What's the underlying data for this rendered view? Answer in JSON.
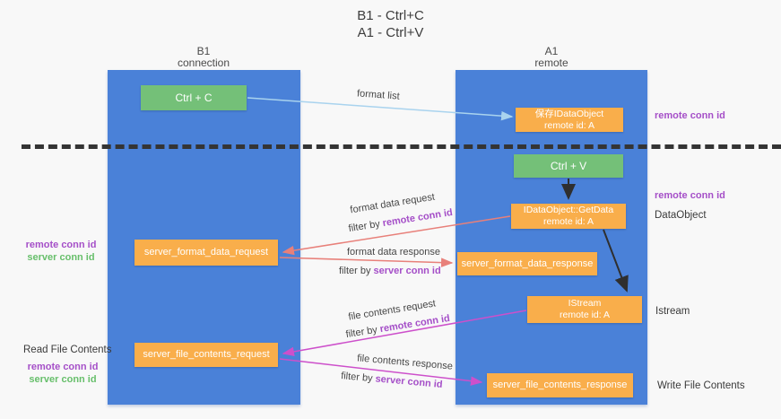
{
  "title": {
    "line1": "B1 - Ctrl+C",
    "line2": "A1 - Ctrl+V"
  },
  "lifelines": {
    "left": {
      "title": "B1",
      "subtitle": "connection"
    },
    "right": {
      "title": "A1",
      "subtitle": "remote"
    }
  },
  "nodes": {
    "ctrl_c": {
      "label": "Ctrl + C"
    },
    "save_dataobject": {
      "line1": "保存IDataObject",
      "line2": "remote id: A"
    },
    "ctrl_v": {
      "label": "Ctrl + V"
    },
    "getdata": {
      "line1": "IDataObject::GetData",
      "line2": "remote id: A"
    },
    "format_request": {
      "label": "server_format_data_request"
    },
    "format_response": {
      "label": "server_format_data_response"
    },
    "istream": {
      "line1": "IStream",
      "line2": "remote id: A"
    },
    "file_request": {
      "label": "server_file_contents_request"
    },
    "file_response": {
      "label": "server_file_contents_response"
    }
  },
  "edges": {
    "format_list": {
      "label": "format list"
    },
    "format_data_request": {
      "label": "format data request",
      "filter_prefix": "filter by ",
      "filter_key": "remote conn id"
    },
    "format_data_response": {
      "label": "format data response",
      "filter_prefix": "filter by ",
      "filter_key": "server conn id"
    },
    "file_contents_request": {
      "label": "file contents request",
      "filter_prefix": "filter by ",
      "filter_key": "remote conn id"
    },
    "file_contents_response": {
      "label": "file contents response",
      "filter_prefix": "filter by ",
      "filter_key": "server conn id"
    }
  },
  "side_labels": {
    "right_remote_conn_top": "remote conn id",
    "right_remote_conn_mid": "remote conn id",
    "right_dataobject": "DataObject",
    "right_istream": "Istream",
    "right_write_file": "Write File Contents",
    "left_remote_conn_1": "remote conn id",
    "left_server_conn_1": "server conn id",
    "left_read_file": "Read File Contents",
    "left_remote_conn_2": "remote conn id",
    "left_server_conn_2": "server conn id"
  },
  "colors": {
    "background": "#f8f8f8",
    "lifeline_blue": "#4a81d8",
    "node_green": "#74c078",
    "node_orange": "#f9ae4b",
    "arrow_blue": "#a9d3ee",
    "arrow_red": "#e8807a",
    "arrow_magenta": "#cd50cb",
    "arrow_black": "#2f2f2f",
    "text_purple": "#a54fc8",
    "text_green": "#67bf6b",
    "dashed_line": "#343434"
  }
}
